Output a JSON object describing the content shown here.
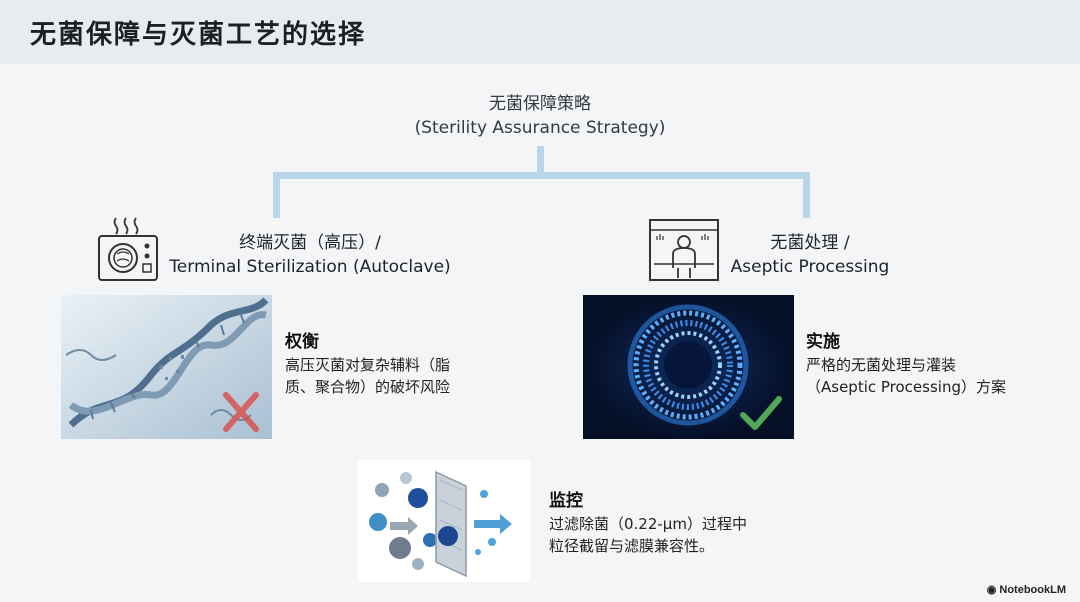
{
  "header": {
    "title": "无菌保障与灭菌工艺的选择"
  },
  "root": {
    "line1": "无菌保障策略",
    "line2": "(Sterility Assurance Strategy)"
  },
  "left_branch": {
    "line1": "终端灭菌（高压）/",
    "line2": "Terminal Sterilization (Autoclave)",
    "icon": "autoclave-icon",
    "note_title": "权衡",
    "note_line1": "高压灭菌对复杂辅料（脂",
    "note_line2": "质、聚合物）的破坏风险",
    "mark": "cross"
  },
  "right_branch": {
    "line1": "无菌处理 /",
    "line2": "Aseptic Processing",
    "icon": "cleanroom-operator-icon",
    "note_title": "实施",
    "note_line1": "严格的无菌处理与灌装",
    "note_line2": "（Aseptic Processing）方案",
    "mark": "check"
  },
  "bottom": {
    "note_title": "监控",
    "note_line1": "过滤除菌（0.22-μm）过程中",
    "note_line2": "粒径截留与滤膜兼容性。"
  },
  "footer": {
    "logo_text": "NotebookLM"
  },
  "colors": {
    "connector": "#b8d6ea",
    "header_bg": "#e7ecf1",
    "cross": "#d9534f",
    "check": "#5cb85c"
  }
}
